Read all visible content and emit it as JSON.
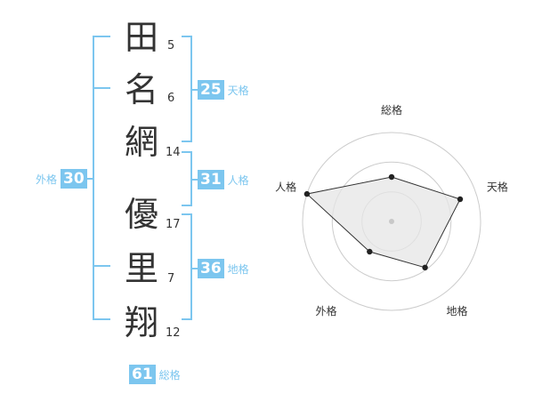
{
  "name": {
    "chars": [
      {
        "char": "田",
        "strokes": "5"
      },
      {
        "char": "名",
        "strokes": "6"
      },
      {
        "char": "網",
        "strokes": "14"
      },
      {
        "char": "優",
        "strokes": "17"
      },
      {
        "char": "里",
        "strokes": "7"
      },
      {
        "char": "翔",
        "strokes": "12"
      }
    ]
  },
  "scores": {
    "tenkaku": {
      "label": "天格",
      "value": "25"
    },
    "jinkaku": {
      "label": "人格",
      "value": "31"
    },
    "chikaku": {
      "label": "地格",
      "value": "36"
    },
    "gaikaku": {
      "label": "外格",
      "value": "30"
    },
    "soukaku": {
      "label": "総格",
      "value": "61"
    }
  },
  "chart_data": {
    "type": "radar",
    "axes": [
      "総格",
      "天格",
      "地格",
      "外格",
      "人格"
    ],
    "values": [
      0.5,
      0.81,
      0.64,
      0.42,
      1.0
    ],
    "rings": 3,
    "colors": {
      "fill": "#e6e6e6",
      "stroke": "#333333",
      "grid": "#cccccc",
      "point": "#222222"
    }
  }
}
